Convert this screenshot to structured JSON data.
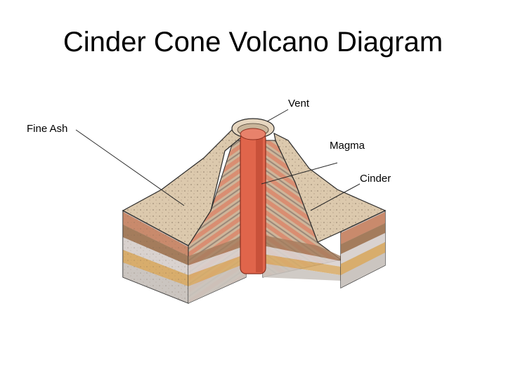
{
  "title": "Cinder Cone Volcano Diagram",
  "labels": {
    "vent": "Vent",
    "fine_ash": "Fine Ash",
    "magma": "Magma",
    "cinder": "Cinder"
  },
  "colors": {
    "magma": "#e0654b",
    "magma_dark": "#b8442f",
    "ash_surface": "#dcc9ad",
    "cinder_stripe": "#d98e72",
    "strata_brown": "#a47c5c",
    "strata_light": "#d9d2cf",
    "strata_gold": "#d8ad6c",
    "strata_gray": "#cbc5c0"
  }
}
